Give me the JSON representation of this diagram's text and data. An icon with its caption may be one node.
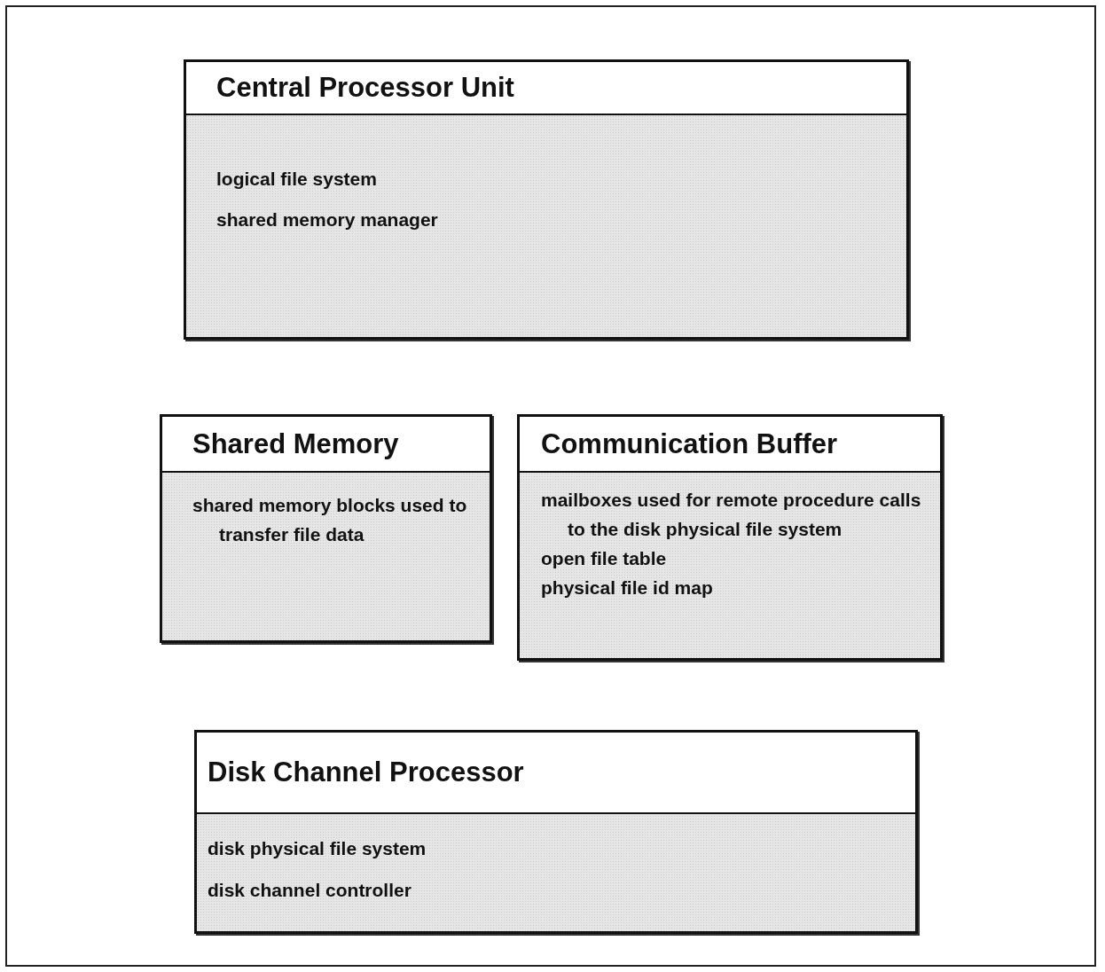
{
  "diagram": {
    "nodes": [
      {
        "text": [
          "Central Processor Unit",
          "logical file system",
          "shared memory manager"
        ]
      },
      {
        "text": [
          "Shared Memory",
          "shared memory blocks used to transfer file data"
        ]
      },
      {
        "text": [
          "Communication Buffer",
          "mailboxes used for remote procedure calls to the disk physical file system",
          "open file table",
          "physical file id map"
        ]
      },
      {
        "text": [
          "Disk Channel Processor",
          "disk physical file system",
          "disk channel controller"
        ]
      }
    ],
    "edges": []
  }
}
